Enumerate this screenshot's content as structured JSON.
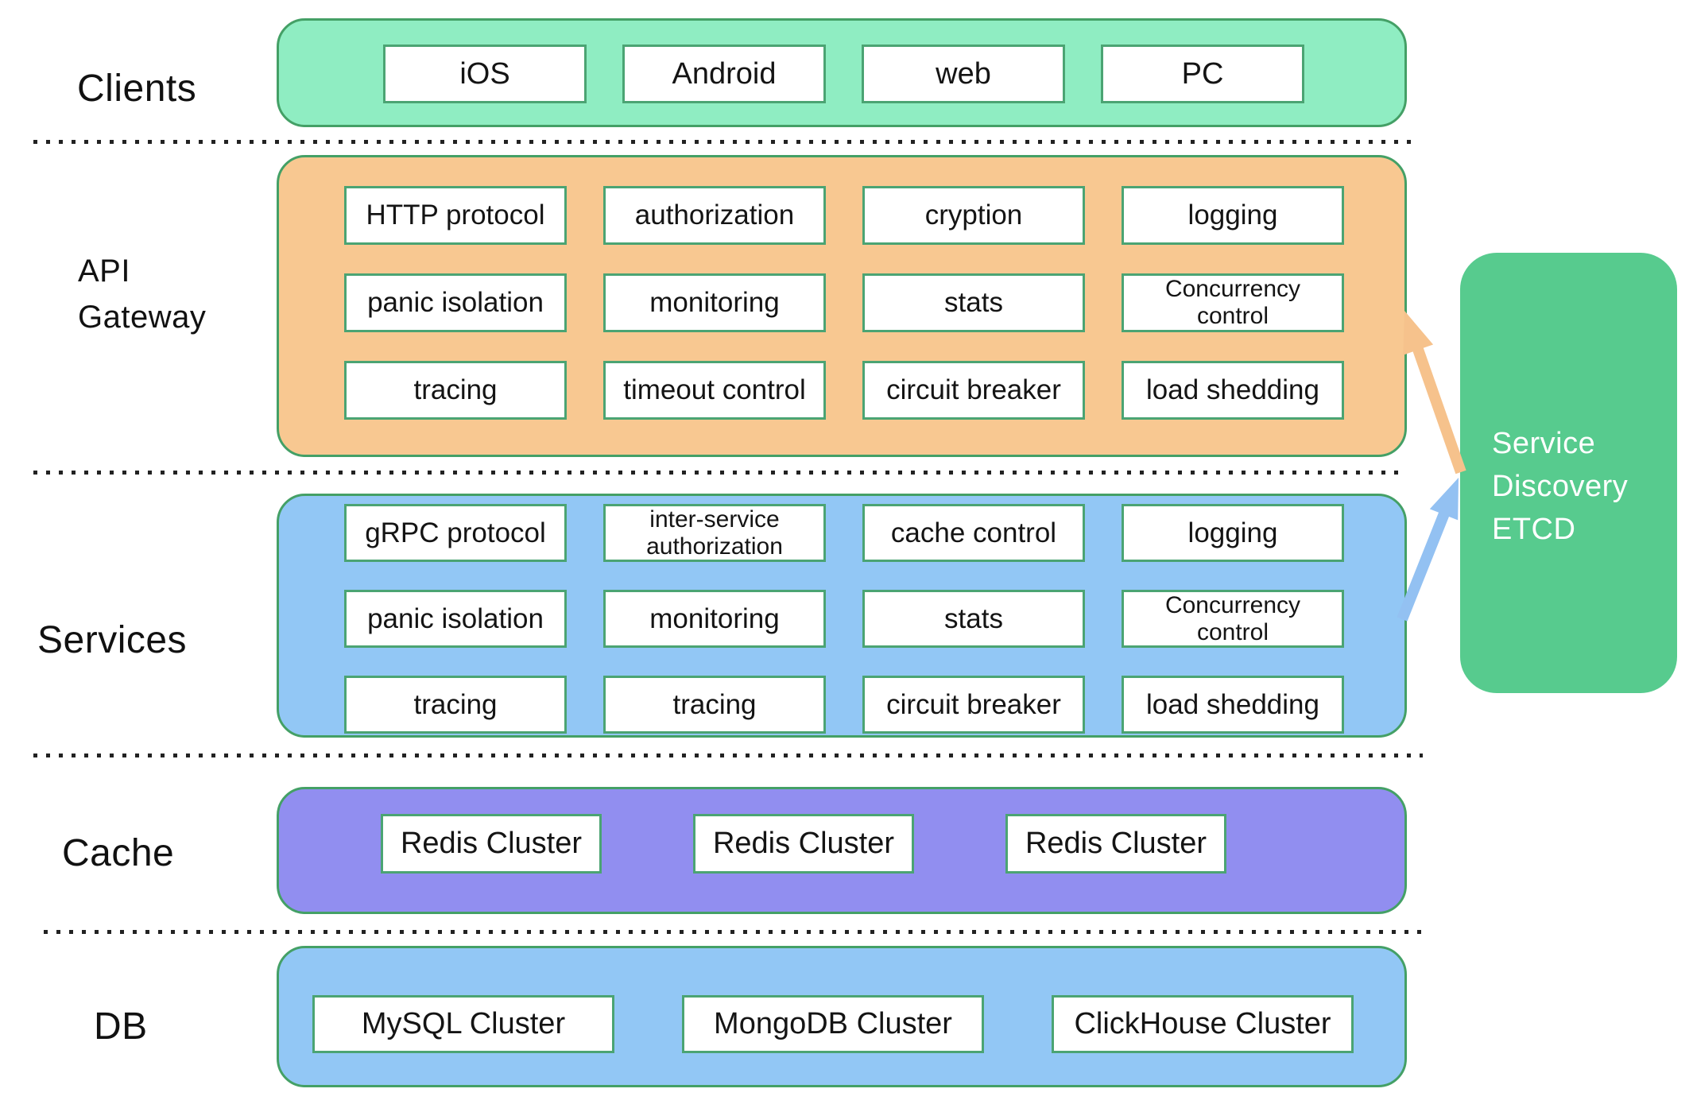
{
  "layers": {
    "clients": {
      "label": "Clients",
      "items": [
        "iOS",
        "Android",
        "web",
        "PC"
      ]
    },
    "api_gateway": {
      "label": "API\nGateway",
      "items": [
        "HTTP protocol",
        "authorization",
        "cryption",
        "logging",
        "panic isolation",
        "monitoring",
        "stats",
        "Concurrency\ncontrol",
        "tracing",
        "timeout control",
        "circuit breaker",
        "load shedding"
      ]
    },
    "services": {
      "label": "Services",
      "items": [
        "gRPC protocol",
        "inter-service\nauthorization",
        "cache control",
        "logging",
        "panic isolation",
        "monitoring",
        "stats",
        "Concurrency\ncontrol",
        "tracing",
        "tracing",
        "circuit breaker",
        "load shedding"
      ]
    },
    "cache": {
      "label": "Cache",
      "items": [
        "Redis Cluster",
        "Redis Cluster",
        "Redis Cluster"
      ]
    },
    "db": {
      "label": "DB",
      "items": [
        "MySQL Cluster",
        "MongoDB Cluster",
        "ClickHouse Cluster"
      ]
    }
  },
  "service_discovery": {
    "label": "Service\nDiscovery\nETCD"
  },
  "colors": {
    "clients_fill": "#8FEDC2",
    "api_gateway_fill": "#F8C891",
    "services_fill": "#92C7F5",
    "cache_fill": "#918EF0",
    "db_fill": "#92C7F5",
    "etcd_fill": "#57CB8E",
    "container_border": "#44A066",
    "node_border": "#4BA473",
    "arrow_to_api_gateway": "#F6C28C",
    "arrow_to_etcd": "#93C1F2"
  }
}
